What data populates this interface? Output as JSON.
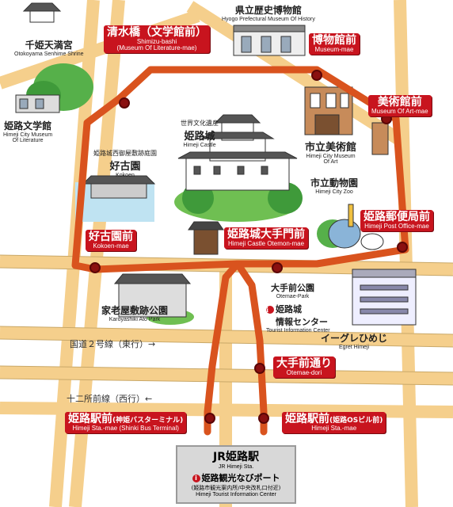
{
  "stops": {
    "shimizu": {
      "jp": "清水橋（文学館前）",
      "en1": "Shimizu-bashi",
      "en2": "(Museum Of Literature-mae)"
    },
    "museum": {
      "jp": "博物館前",
      "en": "Museum-mae"
    },
    "art": {
      "jp": "美術館前",
      "en": "Museum Of Art-mae"
    },
    "post": {
      "jp": "姫路郵便局前",
      "en": "Himeji Post Office-mae"
    },
    "otemon": {
      "jp": "姫路城大手門前",
      "en": "Himeji Castle Otemon-mae"
    },
    "kokoen": {
      "jp": "好古園前",
      "en": "Kokoen-mae"
    },
    "otemaedori": {
      "jp": "大手前通り",
      "en": "Otemae-dori"
    },
    "sta_west": {
      "jp": "姫路駅前",
      "jp_sub": "(神姫バスターミナル)",
      "en": "Himeji Sta.-mae (Shinki Bus Terminal)"
    },
    "sta_east": {
      "jp": "姫路駅前",
      "jp_sub": "(姫路OSビル前)",
      "en": "Himeji Sta.-mae"
    }
  },
  "places": {
    "shrine": {
      "jp": "千姫天満宮",
      "en": "Otokoyama Senhime Shrine"
    },
    "prefmuseum": {
      "jp": "県立歴史博物館",
      "en": "Hyogo Prefectural Museum Of History"
    },
    "literature": {
      "jp": "姫路文学館",
      "en1": "Himeji City Museum",
      "en2": "Of Literature"
    },
    "kokoen": {
      "pre": "姫路城西御屋敷跡庭園",
      "jp": "好古園",
      "en": "Kokoen"
    },
    "castle": {
      "pre": "世界文化遺産",
      "jp": "姫路城",
      "en": "Himeji Castle"
    },
    "artmuseum": {
      "jp": "市立美術館",
      "en1": "Himeji City Museum",
      "en2": "Of Art"
    },
    "zoo": {
      "jp": "市立動物園",
      "en": "Himeji City Zoo"
    },
    "karoya": {
      "jp": "家老屋敷跡公園",
      "en": "Karoyashiki Ato Park"
    },
    "otemaepark": {
      "jp": "大手前公園",
      "en": "Otemae-Park"
    },
    "tic": {
      "icon": "i",
      "jp1": "姫路城",
      "jp2": "情報センター",
      "en": "Tourist Information Center"
    },
    "egret": {
      "jp": "イーグレひめじ",
      "en": "Egret Himeji"
    }
  },
  "roads": {
    "route2": "国道２号線（東行）→",
    "juniso": "十二所前線（西行）←"
  },
  "station": {
    "jp": "JR姫路駅",
    "en": "JR Himeji Sta.",
    "info_icon": "i",
    "info": "姫路観光なびポート",
    "sub": "(姫路市観光案内所/中央改札口付近)",
    "info_en": "Himeji Tourist Information Center"
  },
  "colors": {
    "route": "#d9531e",
    "road": "#f5cf8c",
    "label": "#c8141e",
    "stop": "#8a1010"
  }
}
